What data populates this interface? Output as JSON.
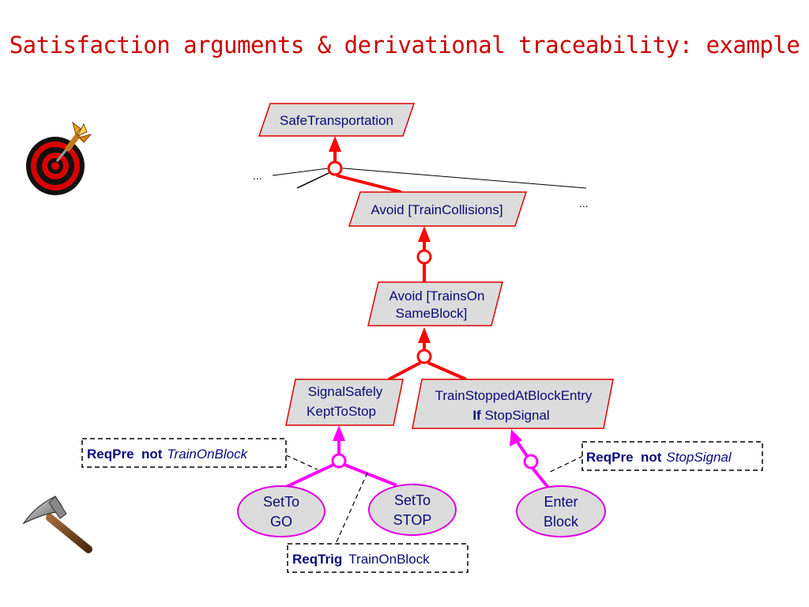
{
  "title": "Satisfaction arguments & derivational traceability:  example",
  "colors": {
    "title": "#cc0000",
    "goal_fill": "#dcdcdc",
    "goal_stroke": "#e00000",
    "refinement_link": "#ff0000",
    "operationalization_link": "#ff00ff",
    "operation_stroke": "#e000e0",
    "text": "#0a0a7a"
  },
  "icons": {
    "top_left": "target-with-dart-icon",
    "bottom_left": "hammer-icon"
  },
  "ellipsis": "...",
  "goals": {
    "safe_transportation": "SafeTransportation",
    "avoid_train_collisions": "Avoid [TrainCollisions]",
    "avoid_trains_on_same_block": {
      "line1": "Avoid [TrainsOn",
      "line2": "SameBlock]"
    },
    "signal_safely_kept_to_stop": {
      "line1": "SignalSafely",
      "line2": "KeptToStop"
    },
    "train_stopped_at_block_entry": {
      "line1": "TrainStoppedAtBlockEntry",
      "line2_keyword": "If",
      "line2_rest": " StopSignal"
    }
  },
  "operations": {
    "set_to_go": {
      "line1": "SetTo",
      "line2": "GO"
    },
    "set_to_stop": {
      "line1": "SetTo",
      "line2": "STOP"
    },
    "enter_block": {
      "line1": "Enter",
      "line2": "Block"
    }
  },
  "annotations": {
    "req_pre_train_on_block": {
      "keyword": "ReqPre  not",
      "value": "TrainOnBlock"
    },
    "req_trig_train_on_block": {
      "keyword": "ReqTrig",
      "value": "TrainOnBlock"
    },
    "req_pre_stop_signal": {
      "keyword": "ReqPre  not",
      "value": "StopSignal"
    }
  }
}
